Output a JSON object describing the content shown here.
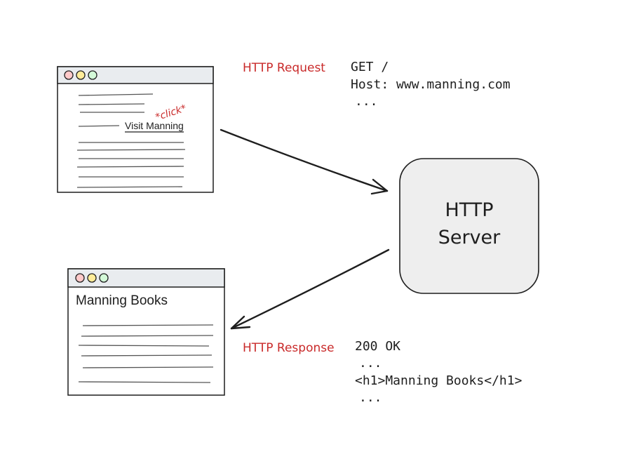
{
  "colors": {
    "annotation": "#c92a2a",
    "ink": "#1e1e1e",
    "window_bar": "#e9ecef",
    "server_fill": "#eeeeee",
    "dot_red": "#ffc9c9",
    "dot_yellow": "#ffec99",
    "dot_green": "#d3f9d8"
  },
  "browser_top": {
    "link_label": "Visit Manning",
    "click_label": "*click*"
  },
  "request": {
    "label": "HTTP Request",
    "lines": [
      "GET /",
      "Host: www.manning.com",
      "..."
    ]
  },
  "server": {
    "line1": "HTTP",
    "line2": "Server"
  },
  "browser_bottom": {
    "heading": "Manning Books"
  },
  "response": {
    "label": "HTTP Response",
    "lines": [
      "200 OK",
      "...",
      "<h1>Manning Books</h1>",
      "..."
    ]
  }
}
